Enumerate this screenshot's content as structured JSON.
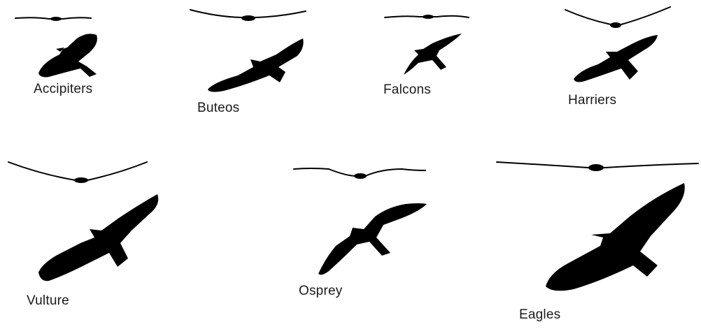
{
  "figure": {
    "background": "#ffffff",
    "ink": "#000000"
  },
  "birds": [
    {
      "id": "accipiters",
      "label": "Accipiters",
      "icon": "accipiter-silhouette-icon"
    },
    {
      "id": "buteos",
      "label": "Buteos",
      "icon": "buteo-silhouette-icon"
    },
    {
      "id": "falcons",
      "label": "Falcons",
      "icon": "falcon-silhouette-icon"
    },
    {
      "id": "harriers",
      "label": "Harriers",
      "icon": "harrier-silhouette-icon"
    },
    {
      "id": "vulture",
      "label": "Vulture",
      "icon": "vulture-silhouette-icon"
    },
    {
      "id": "osprey",
      "label": "Osprey",
      "icon": "osprey-silhouette-icon"
    },
    {
      "id": "eagles",
      "label": "Eagles",
      "icon": "eagle-silhouette-icon"
    }
  ]
}
